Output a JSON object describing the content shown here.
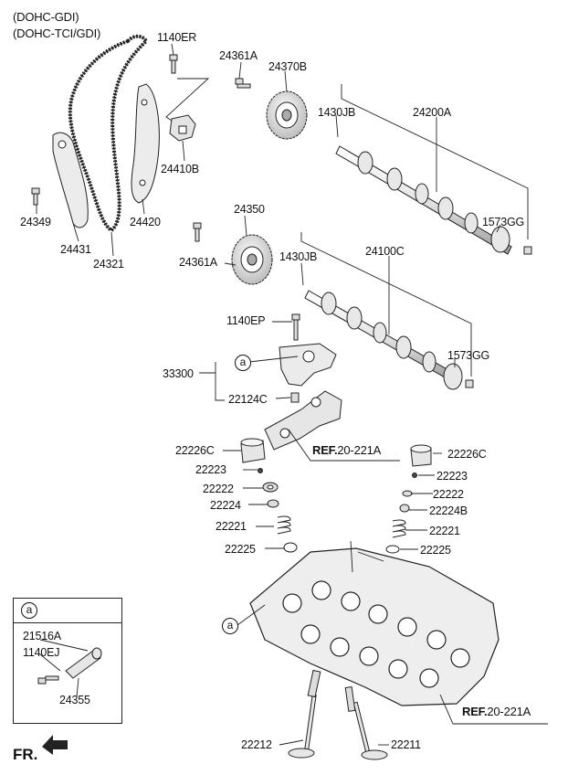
{
  "header": {
    "line1": "(DOHC-GDI)",
    "line2": "(DOHC-TCI/GDI)"
  },
  "parts": {
    "p1140ER": "1140ER",
    "p24361A_top": "24361A",
    "p24370B": "24370B",
    "p1430JB_top": "1430JB",
    "p24200A": "24200A",
    "p24410B": "24410B",
    "p24349": "24349",
    "p24431": "24431",
    "p24420": "24420",
    "p24321": "24321",
    "p1573GG_top": "1573GG",
    "p24350": "24350",
    "p24361A_mid": "24361A",
    "p1430JB_mid": "1430JB",
    "p24100C": "24100C",
    "p1140EP": "1140EP",
    "p1573GG_mid": "1573GG",
    "p33300": "33300",
    "p22124C": "22124C",
    "p22226C_left": "22226C",
    "p22226C_right": "22226C",
    "p22223_left": "22223",
    "p22223_right": "22223",
    "p22222_left": "22222",
    "p22222_right": "22222",
    "p22224": "22224",
    "p22224B": "22224B",
    "p22221_left": "22221",
    "p22221_right": "22221",
    "p22225_left": "22225",
    "p22225_right": "22225",
    "p22212": "22212",
    "p22211": "22211"
  },
  "refs": {
    "ref_upper": {
      "prefix": "REF.",
      "code": "20-221A"
    },
    "ref_lower": {
      "prefix": "REF.",
      "code": "20-221A"
    }
  },
  "callouts": {
    "a_main": "a",
    "a_head": "a",
    "a_inset": "a"
  },
  "inset": {
    "p21516A": "21516A",
    "p1140EJ": "1140EJ",
    "p24355": "24355"
  },
  "front": {
    "label": "FR.",
    "arrow_icon": "front-direction-arrow-icon"
  },
  "colors": {
    "line": "#222222",
    "part_fill": "#f2f2f2",
    "part_shade": "#c8c8c8"
  }
}
